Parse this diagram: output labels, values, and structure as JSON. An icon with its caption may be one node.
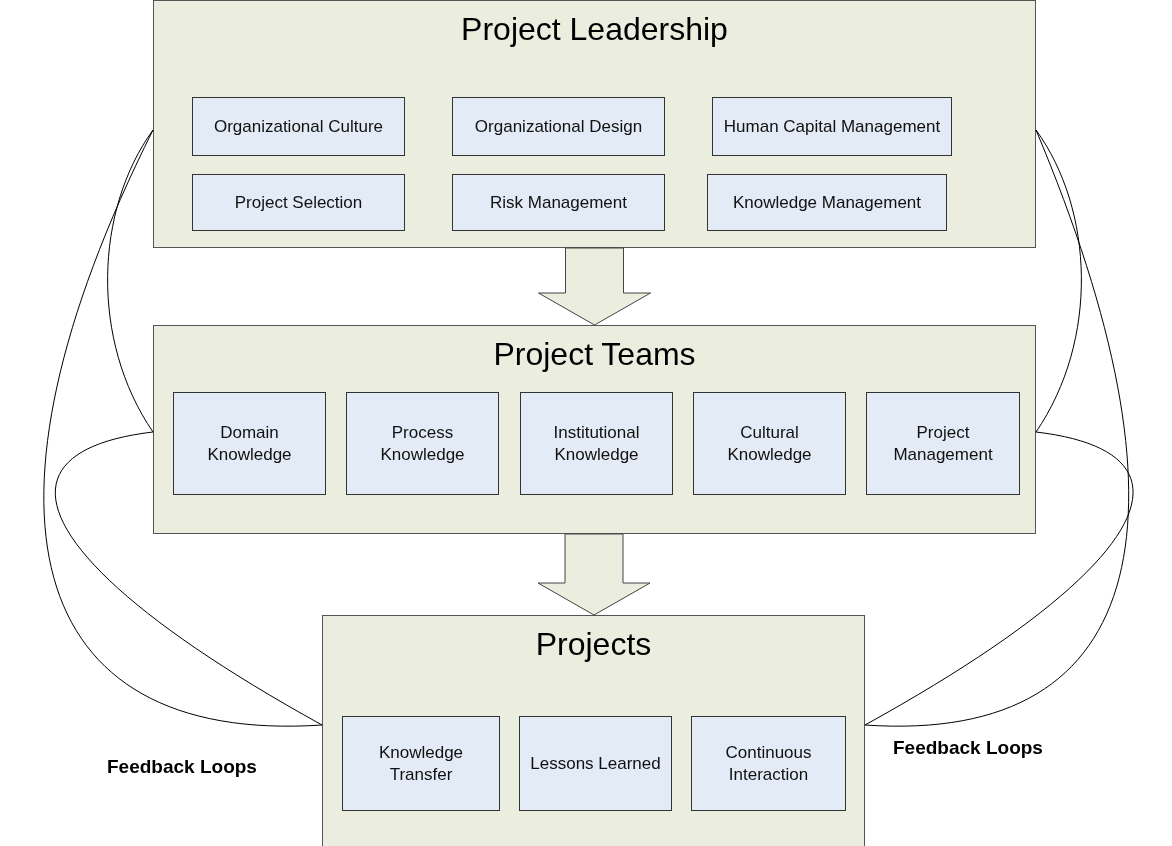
{
  "diagram": {
    "nodes": [
      {
        "text": [
          "Project Leadership"
        ]
      },
      {
        "text": [
          "Organizational Culture"
        ],
        "in": 0
      },
      {
        "text": [
          "Organizational Design"
        ],
        "in": 0
      },
      {
        "text": [
          "Human Capital Management"
        ],
        "in": 0
      },
      {
        "text": [
          "Project Selection"
        ],
        "in": 0
      },
      {
        "text": [
          "Risk Management"
        ],
        "in": 0
      },
      {
        "text": [
          "Knowledge Management"
        ],
        "in": 0
      },
      {
        "text": [
          "Project Teams"
        ]
      },
      {
        "text": [
          "Domain Knowledge"
        ],
        "in": 7
      },
      {
        "text": [
          "Process Knowledge"
        ],
        "in": 7
      },
      {
        "text": [
          "Institutional Knowledge"
        ],
        "in": 7
      },
      {
        "text": [
          "Cultural Knowledge"
        ],
        "in": 7
      },
      {
        "text": [
          "Project Management"
        ],
        "in": 7
      },
      {
        "text": [
          "Projects"
        ]
      },
      {
        "text": [
          "Knowledge Transfer"
        ],
        "in": 13
      },
      {
        "text": [
          "Lessons Learned"
        ],
        "in": 13
      },
      {
        "text": [
          "Continuous Interaction"
        ],
        "in": 13
      }
    ],
    "edges": [
      {
        "from": 0,
        "to": 7,
        "arrow": "to",
        "style": "thick"
      },
      {
        "from": 7,
        "to": 13,
        "arrow": "to",
        "style": "thick"
      },
      {
        "from": 0,
        "to": 7,
        "arrow": "none"
      },
      {
        "from": 0,
        "to": 13,
        "arrow": "none"
      },
      {
        "from": 7,
        "to": 13,
        "arrow": "none"
      },
      {
        "from": 0,
        "to": 7,
        "arrow": "none"
      },
      {
        "from": 0,
        "to": 13,
        "arrow": "none"
      },
      {
        "from": 7,
        "to": 13,
        "arrow": "none"
      }
    ],
    "labels": [
      "Feedback Loops",
      "Feedback Loops"
    ]
  }
}
